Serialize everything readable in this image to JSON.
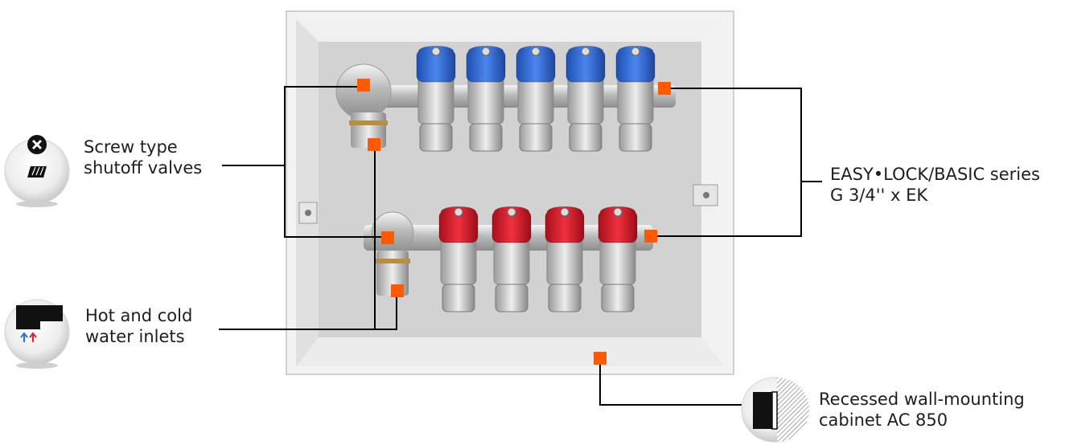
{
  "callouts": {
    "shutoff_valves": {
      "line1": "Screw type",
      "line2": "shutoff valves",
      "icon": "shutoff-valve-icon"
    },
    "water_inlets": {
      "line1": "Hot and cold",
      "line2": "water inlets",
      "icon": "hot-cold-inlet-icon"
    },
    "manifold_series": {
      "line1": "EASY•LOCK/BASIC series",
      "line2": "G 3/4'' x EK"
    },
    "cabinet": {
      "line1": "Recessed wall-mounting",
      "line2": "cabinet AC 850",
      "icon": "wall-cabinet-icon"
    }
  },
  "colors": {
    "marker": "#ff5a00",
    "cold_valve": "#2f6ee0",
    "hot_valve": "#e01f2f",
    "leader_line": "#000000",
    "cabinet": "#d9d9d9"
  }
}
